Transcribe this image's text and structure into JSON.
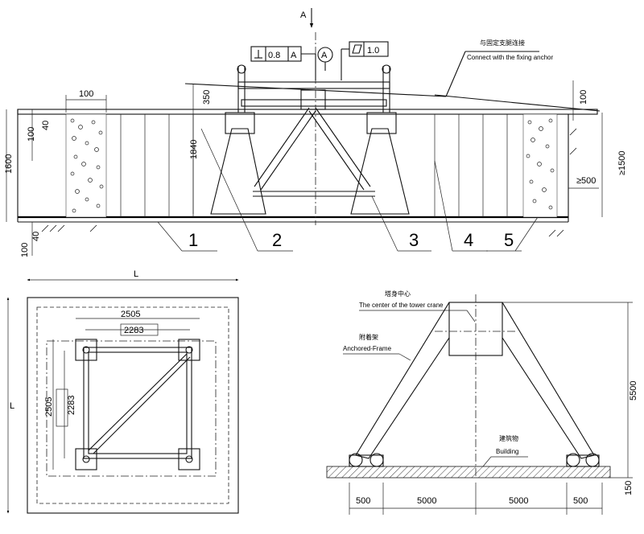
{
  "section_label": "A",
  "tolerances": {
    "perpendicularity_value": "0.8",
    "datum": "A",
    "datum_circle": "A",
    "flatness_value": "1.0"
  },
  "callouts": {
    "anchor_cn": "与固定支腿连接",
    "anchor_en": "Connect with the fixing anchor",
    "center_cn": "塔身中心",
    "center_en": "The center of the tower crane",
    "frame_cn": "附着架",
    "frame_en": "Anchored-Frame",
    "building_cn": "建筑物",
    "building_en": "Building"
  },
  "part_numbers": [
    "1",
    "2",
    "3",
    "4",
    "5"
  ],
  "top_dims": {
    "d100_top": "100",
    "d350": "350",
    "d1600": "1600",
    "d100_left": "100",
    "d40_top": "40",
    "d1840": "1840",
    "d40_bottom": "40",
    "d100_bottom": "100",
    "d100_right": "100",
    "d500": "≥500",
    "d1500": "≥1500"
  },
  "plan_dims": {
    "L_top": "L",
    "L_side": "L",
    "d2505_h": "2505",
    "d2283_h": "2283",
    "d2505_v": "2505",
    "d2283_v": "2283"
  },
  "elev_dims": {
    "d5500": "5500",
    "d150": "150",
    "bottom": [
      "500",
      "5000",
      "5000",
      "500"
    ]
  }
}
